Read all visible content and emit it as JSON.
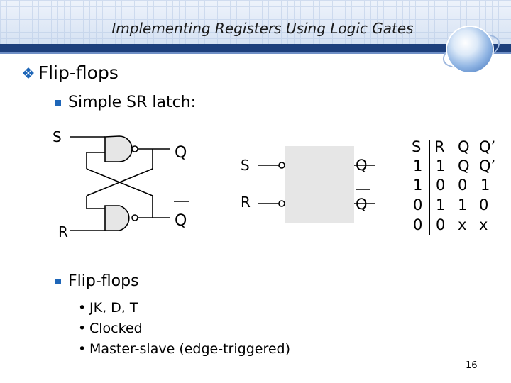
{
  "header": {
    "title": "Implementing Registers Using Logic Gates"
  },
  "heading": {
    "text": "Flip-flops"
  },
  "sub1": {
    "text": "Simple SR latch:"
  },
  "latch": {
    "s": "S",
    "r": "R",
    "q": "Q",
    "qbar": "Q"
  },
  "block": {
    "s": "S",
    "r": "R",
    "q": "Q",
    "qbar": "Q"
  },
  "truth_table": {
    "headers": [
      "S",
      "R",
      "Q",
      "Q’"
    ],
    "rows": [
      [
        "1",
        "1",
        "Q",
        "Q’"
      ],
      [
        "1",
        "0",
        "0",
        "1"
      ],
      [
        "0",
        "1",
        "1",
        "0"
      ],
      [
        "0",
        "0",
        "x",
        "x"
      ]
    ]
  },
  "sub2": {
    "text": "Flip-flops"
  },
  "list": [
    "JK, D, T",
    "Clocked",
    "Master-slave (edge-triggered)"
  ],
  "page_number": "16",
  "colors": {
    "banner_dark": "#1d3f7c",
    "bullet_blue": "#1e66b8"
  }
}
